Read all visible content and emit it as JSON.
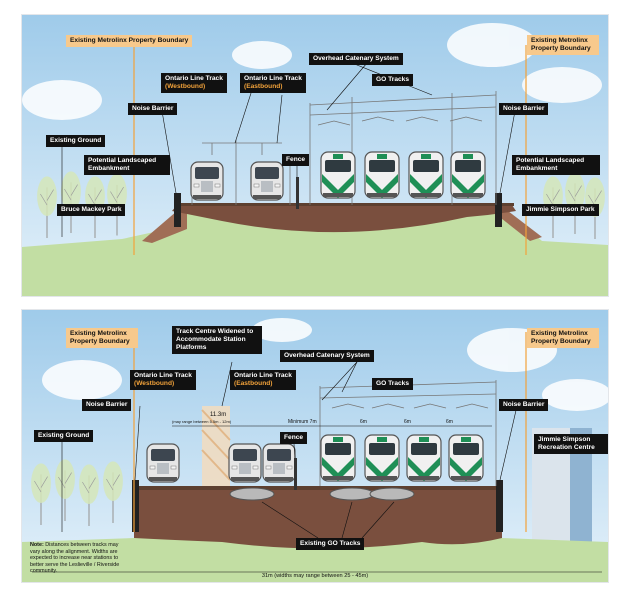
{
  "top_panel": {
    "labels": {
      "boundary_left": "Existing Metrolinx Property Boundary",
      "boundary_right": "Existing Metrolinx Property Boundary",
      "ol_westbound_title": "Ontario Line Track",
      "ol_westbound_sub": "(Westbound)",
      "ol_eastbound_title": "Ontario Line Track",
      "ol_eastbound_sub": "(Eastbound)",
      "catenary": "Overhead Catenary System",
      "go_tracks": "GO Tracks",
      "noise_barrier_left": "Noise Barrier",
      "noise_barrier_right": "Noise Barrier",
      "existing_ground": "Existing Ground",
      "landscaped_left": "Potential Landscaped Embankment",
      "landscaped_right": "Potential Landscaped Embankment",
      "fence": "Fence",
      "park_left": "Bruce Mackey Park",
      "park_right": "Jimmie Simpson Park"
    }
  },
  "bottom_panel": {
    "labels": {
      "boundary_left": "Existing Metrolinx Property Boundary",
      "boundary_right": "Existing Metrolinx Property Boundary",
      "track_centre": "Track Centre Widened to Accommodate Station Platforms",
      "catenary": "Overhead Catenary System",
      "ol_westbound_title": "Ontario Line Track",
      "ol_westbound_sub": "(Westbound)",
      "ol_eastbound_title": "Ontario Line Track",
      "ol_eastbound_sub": "(Eastbound)",
      "go_tracks": "GO Tracks",
      "noise_barrier_left": "Noise Barrier",
      "noise_barrier_right": "Noise Barrier",
      "existing_ground": "Existing Ground",
      "fence": "Fence",
      "recreation_centre": "Jimmie Simpson Recreation Centre",
      "existing_go_tracks": "Existing GO Tracks"
    },
    "dimensions": {
      "platform_width": "11.3m",
      "platform_range": "(may range between 5.5m - 12m)",
      "minimum": "Minimum 7m",
      "spacing_1": "6m",
      "spacing_2": "6m",
      "spacing_3": "6m"
    },
    "note_title": "Note:",
    "note_body": "Distances between tracks may vary along the alignment. Widths are expected to increase near stations to better serve the Leslieville / Riverside community.",
    "total_width": "31m (widths may range between 25 - 45m)"
  },
  "colors": {
    "sky": "#bcdcf1",
    "grass": "#c2dea3",
    "embankment": "#7a4f3e",
    "go_train": "#1f8f56",
    "boundary_line": "#f2a23a",
    "label_bg": "#111111",
    "boundary_label_bg": "#f7c98c"
  }
}
